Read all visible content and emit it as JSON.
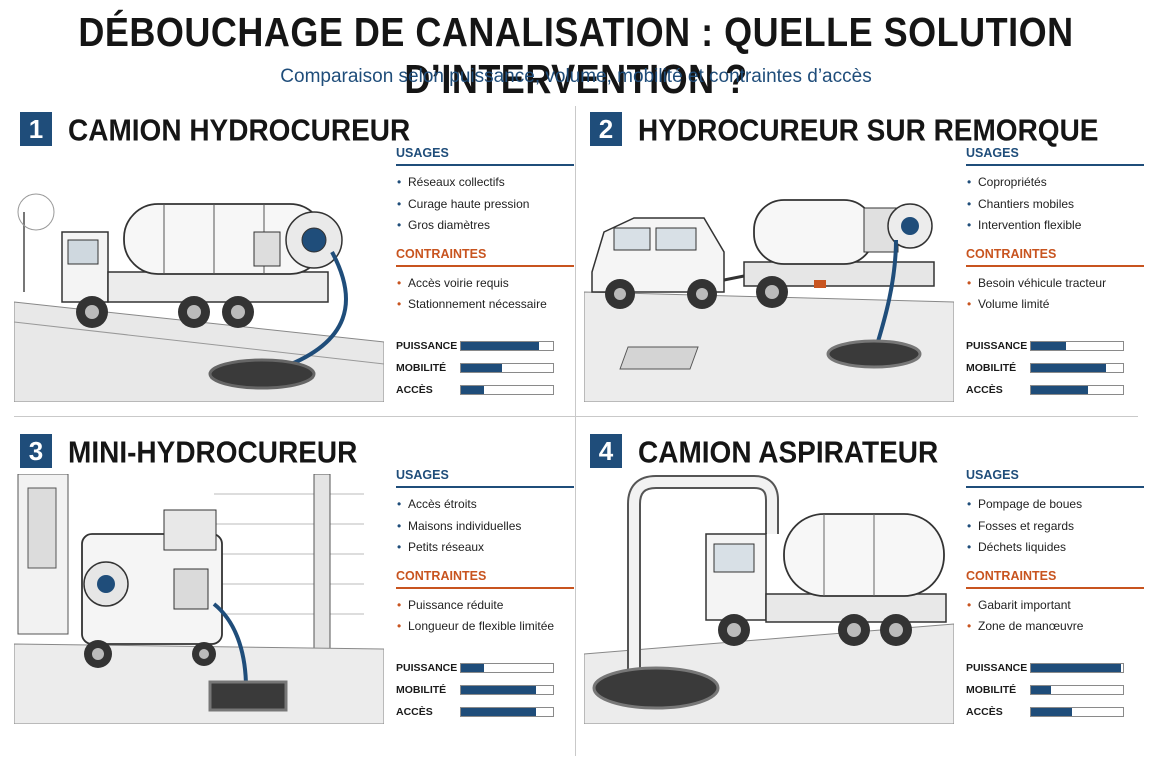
{
  "header": {
    "title": "DÉBOUCHAGE DE CANALISATION : QUELLE SOLUTION D’INTERVENTION ?",
    "subtitle": "Comparaison selon puissance, volume, mobilité et contraintes d’accès"
  },
  "colors": {
    "accent_blue": "#1f4d7a",
    "accent_orange": "#c8541f"
  },
  "labels": {
    "usages": "USAGES",
    "contraintes": "CONTRAINTES",
    "puissance": "PUISSANCE",
    "mobilite": "MOBILITÉ",
    "acces": "ACCÈS"
  },
  "panels": [
    {
      "number": "1",
      "title": "CAMION HYDROCUREUR",
      "illustration": "truck-with-tank-and-hose-icon",
      "usages": [
        "Réseaux collectifs",
        "Curage haute pression",
        "Gros diamètres"
      ],
      "contraintes": [
        "Accès voirie requis",
        "Stationnement nécessaire"
      ],
      "ratings": {
        "puissance": 0.85,
        "mobilite": 0.45,
        "acces": 0.25
      }
    },
    {
      "number": "2",
      "title": "HYDROCUREUR SUR REMORQUE",
      "illustration": "car-with-trailer-tank-icon",
      "usages": [
        "Copropriétés",
        "Chantiers mobiles",
        "Intervention flexible"
      ],
      "contraintes": [
        "Besoin véhicule tracteur",
        "Volume limité"
      ],
      "ratings": {
        "puissance": 0.38,
        "mobilite": 0.82,
        "acces": 0.62
      }
    },
    {
      "number": "3",
      "title": "MINI-HYDROCUREUR",
      "illustration": "compact-pressure-unit-icon",
      "usages": [
        "Accès étroits",
        "Maisons individuelles",
        "Petits réseaux"
      ],
      "contraintes": [
        "Puissance réduite",
        "Longueur de flexible limitée"
      ],
      "ratings": {
        "puissance": 0.25,
        "mobilite": 0.82,
        "acces": 0.82
      }
    },
    {
      "number": "4",
      "title": "CAMION ASPIRATEUR",
      "illustration": "vacuum-truck-with-suction-pipe-icon",
      "usages": [
        "Pompage de boues",
        "Fosses et regards",
        "Déchets liquides"
      ],
      "contraintes": [
        "Gabarit important",
        "Zone de manœuvre"
      ],
      "ratings": {
        "puissance": 0.98,
        "mobilite": 0.22,
        "acces": 0.45
      }
    }
  ]
}
